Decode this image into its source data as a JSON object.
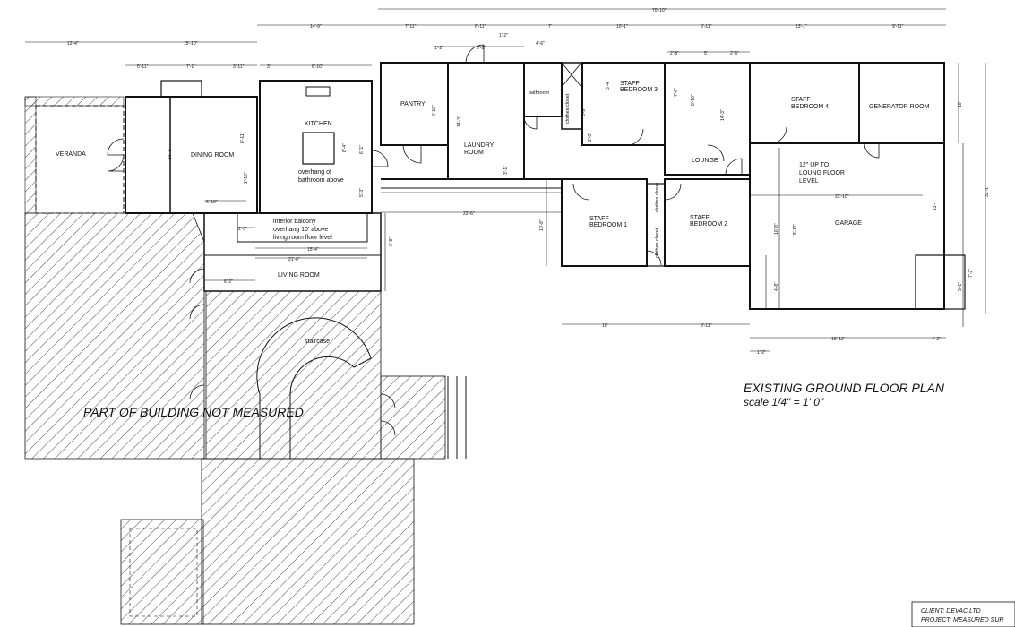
{
  "rooms": {
    "veranda": "VERANDA",
    "dining_room": "DINING ROOM",
    "kitchen": "KITCHEN",
    "pantry": "PANTRY",
    "laundry_room_1": "LAUNDRY",
    "laundry_room_2": "ROOM",
    "bathroom": "bathroom",
    "staff_bedroom_3_1": "STAFF",
    "staff_bedroom_3_2": "BEDROOM 3",
    "staff_bedroom_4_1": "STAFF",
    "staff_bedroom_4_2": "BEDROOM 4",
    "generator_room": "GENERATOR ROOM",
    "lounge": "LOUNGE",
    "staff_bedroom_1_1": "STAFF",
    "staff_bedroom_1_2": "BEDROOM 1",
    "staff_bedroom_2_1": "STAFF",
    "staff_bedroom_2_2": "BEDROOM 2",
    "garage": "GARAGE",
    "living_room": "LIVING ROOM",
    "clothes_closet_1": "clothes closet",
    "clothes_closet_2": "clothes closet",
    "clothes_closet_3": "clothes closet"
  },
  "notes": {
    "overhang_1": "overhang of",
    "overhang_2": "bathroom above",
    "balcony_1": "interior balcony",
    "balcony_2": "overhang 10' above",
    "balcony_3": "living room floor level",
    "staircase": "staircase",
    "up_1": "12\" UP TO",
    "up_2": "LOUNG FLOOR",
    "up_3": "LEVEL",
    "not_measured": "PART OF BUILDING NOT MEASURED"
  },
  "plan": {
    "title": "EXISTING GROUND FLOOR PLAN",
    "scale": "scale 1/4\" = 1' 0\""
  },
  "title_block": {
    "client": "CLIENT: DEVAC LTD",
    "project": "PROJECT: MEASURED SUR"
  },
  "dims": {
    "overall": "70'-10\"",
    "d_12_4": "12'-4\"",
    "d_15_10": "15'-10\"",
    "d_14_9": "14'-9\"",
    "d_7_11": "7'-11\"",
    "d_6_11": "6'-11\"",
    "d_7a": "7'",
    "d_10_1": "10'-1\"",
    "d_9_11a": "9'-11\"",
    "d_13_1": "13'-1\"",
    "d_9_11b": "9'-11\"",
    "d_5_11": "5'-11\"",
    "d_7_1": "7'-1\"",
    "d_3_11": "3'-11\"",
    "d_3": "3'",
    "d_6_10a": "6'-10\"",
    "d_1_2": "1'-2\"",
    "d_6_9": "6'-9\"",
    "d_1_2b": "1'-2\"",
    "d_4_6": "4'-6\"",
    "d_2_8": "2'-8\"",
    "d_5": "5'",
    "d_2_6": "2'-6\"",
    "d_14_3a": "14'-3\"",
    "d_9_10": "9'-10\"",
    "d_14_3b": "14'-3\"",
    "d_3_4": "3'-4\"",
    "d_3_9": "3'-9\"",
    "d_2_3": "2'-3\"",
    "d_7_8": "7'-8\"",
    "d_8_10": "8'-10\"",
    "d_14_3c": "14'-3\"",
    "d_10": "10'",
    "d_32_1": "32'-1\"",
    "d_8_11": "8'-11\"",
    "d_14_3d": "14'-3\"",
    "d_1_10": "1'-10\"",
    "d_8_4": "8'-4\"",
    "d_6_1": "6'-1\"",
    "d_3_1": "3'-1\"",
    "d_5_3": "5'-3\"",
    "d_6_10b": "6'-10\"",
    "d_2_5": "2'-5\"",
    "d_22_6": "22'-6\"",
    "d_22_10": "22'-10\"",
    "d_19_11": "19'-11\"",
    "d_10_8a": "10'-8\"",
    "d_10_8b": "10'-8\"",
    "d_15_4": "15'-4\"",
    "d_21_6": "21'-6\"",
    "d_6_2": "6'-2\"",
    "d_6_8": "6'-8\"",
    "d_10b": "10'",
    "d_9_11c": "9'-11\"",
    "d_19_11b": "19'-11\"",
    "d_1_2c": "1'-2\"",
    "d_4_2": "4'-2\"",
    "d_4_8": "4'-8\"",
    "d_13_7": "13'-7\"",
    "d_7_2": "7'-2\"",
    "d_5_1": "5'-1\""
  },
  "colors": {
    "line": "#111111",
    "hatch": "#333333",
    "paper": "#ffffff"
  }
}
